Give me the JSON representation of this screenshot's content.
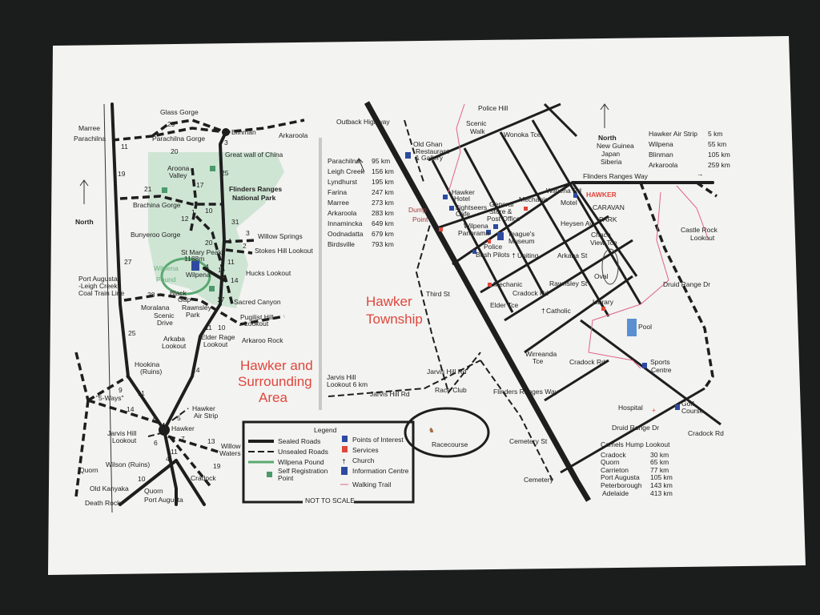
{
  "colors": {
    "poi": "#2d4aa0",
    "service": "#e0463c",
    "park": "#cfe5d4",
    "wilpena_pound": "#5aa870",
    "self_reg": "#4a9a6a",
    "trail": "#e06090",
    "title_red": "#e0463c"
  },
  "left_map": {
    "title": [
      "Hawker and",
      "Surrounding",
      "Area"
    ],
    "north": "North",
    "places": [
      "Marree",
      "Parachilna",
      "Glass Gorge",
      "Parachilna Gorge",
      "Blinman",
      "Arkaroola",
      "Great wall of China",
      "Aroona",
      "Valley",
      "Flinders Ranges",
      "National Park",
      "Brachina Gorge",
      "Bunyeroo Gorge",
      "Willow Springs",
      "Stokes Hill Lookout",
      "St Mary Peak",
      "1188m",
      "Wilpena",
      "Pound",
      "Wilpena",
      "Hucks Lookout",
      "Port Augusta",
      "-Leigh Creek",
      "Coal Train Line",
      "Black",
      "Gap",
      "Sacred Canyon",
      "Moralana",
      "Scenic",
      "Drive",
      "Rawnsley",
      "Park",
      "Pugilist Hill",
      "Lookout",
      "Arkaroo Rock",
      "Arkaba",
      "Lookout",
      "Elder Rage",
      "Lookout",
      "Hookina",
      "(Ruins)",
      "\"5-Ways\"",
      "Hawker",
      "Air Strip",
      "Hawker",
      "Jarvis Hill",
      "Lookout",
      "Willow",
      "Waters",
      "Wilson (Ruins)",
      "Quorn",
      "Cradock",
      "Old Kanyaka",
      "Quorn",
      "Port Augusta",
      "Death Rock"
    ],
    "road_numbers": [
      "29",
      "11",
      "20",
      "3",
      "25",
      "19",
      "17",
      "21",
      "1",
      "10",
      "12",
      "31",
      "3",
      "2",
      "1",
      "20",
      "11",
      "4",
      "1",
      "14",
      "27",
      "28",
      "17",
      "11",
      "10",
      "25",
      "14",
      "9",
      "11",
      "14",
      "6",
      "5",
      "6",
      "7",
      "13",
      "11",
      "4",
      "19",
      "10"
    ]
  },
  "legend": {
    "title": "Legend",
    "items": [
      "Sealed Roads",
      "Unsealed Roads",
      "Wilpena Pound",
      "Self Registration",
      "Point",
      "Points of Interest",
      "Services",
      "Church",
      "Information Centre",
      "Walking Trail"
    ],
    "footer": "NOT TO SCALE"
  },
  "right_map": {
    "title": [
      "Hawker",
      "Township"
    ],
    "outback_highway": "Outback Highway",
    "north_distances": [
      {
        "place": "Parachilna",
        "dist": "95 km"
      },
      {
        "place": "Leigh Creek",
        "dist": "156 km"
      },
      {
        "place": "Lyndhurst",
        "dist": "195 km"
      },
      {
        "place": "Farina",
        "dist": "247 km"
      },
      {
        "place": "Marree",
        "dist": "273 km"
      },
      {
        "place": "Arkaroola",
        "dist": "283 km"
      },
      {
        "place": "Innamincka",
        "dist": "649 km"
      },
      {
        "place": "Oodnadatta",
        "dist": "679 km"
      },
      {
        "place": "Birdsville",
        "dist": "793 km"
      }
    ],
    "north_block": [
      "North",
      "New Guinea",
      "Japan",
      "Siberia"
    ],
    "east_distances": [
      {
        "place": "Hawker Air Strip",
        "dist": "5 km"
      },
      {
        "place": "Wilpena",
        "dist": "55 km"
      },
      {
        "place": "Blinman",
        "dist": "105 km"
      },
      {
        "place": "Arkaroola",
        "dist": "259 km"
      }
    ],
    "south_distances": [
      {
        "place": "Cradock",
        "dist": "30 km"
      },
      {
        "place": "Quorn",
        "dist": "65 km"
      },
      {
        "place": "Carrieton",
        "dist": "77 km"
      },
      {
        "place": "Port Augusta",
        "dist": "105 km"
      },
      {
        "place": "Peterborough",
        "dist": "143 km"
      },
      {
        "place": "Adelaide",
        "dist": "413 km"
      }
    ],
    "caravan_park": [
      "HAWKER",
      "CARAVAN",
      "PARK"
    ],
    "labels": [
      "Old Ghan",
      "Restaurant",
      "& Gallery",
      "Police Hill",
      "Scenic",
      "Walk",
      "Wonoka Tce",
      "Flinders Ranges Way",
      "Wilpena Rd",
      "Motel",
      "Heysen Av",
      "Chace",
      "View Tce",
      "Castle Rock",
      "Lookout",
      "Arkaba St",
      "Oval",
      "Druid Range Dr",
      "Rawnsley St",
      "Library",
      "Hawker",
      "Hotel",
      "Sightseers",
      "Cafe",
      "Dump",
      "Point",
      "General",
      "Store &",
      "Post Office",
      "Mechanic",
      "Wilpena",
      "Panorama",
      "Teague's",
      "Museum",
      "Police",
      "Bush Pilots",
      "Uniting",
      "Mechanic",
      "Cradock Rd",
      "Elder Tce",
      "Catholic",
      "Third St",
      "Pool",
      "Wirreanda",
      "Tce",
      "Cradock Rd",
      "Sports",
      "Centre",
      "Flinders Ranges Way",
      "Jarvis Hill Rd",
      "Race Club",
      "Jarvis Hill Rd",
      "Jarvis Hill",
      "Lookout 6 km",
      "Racecourse",
      "Cemetery St",
      "Cemetery",
      "Hospital",
      "Golf",
      "Course",
      "Druid Range Dr",
      "Cradock Rd",
      "Camels Hump Lookout"
    ]
  }
}
